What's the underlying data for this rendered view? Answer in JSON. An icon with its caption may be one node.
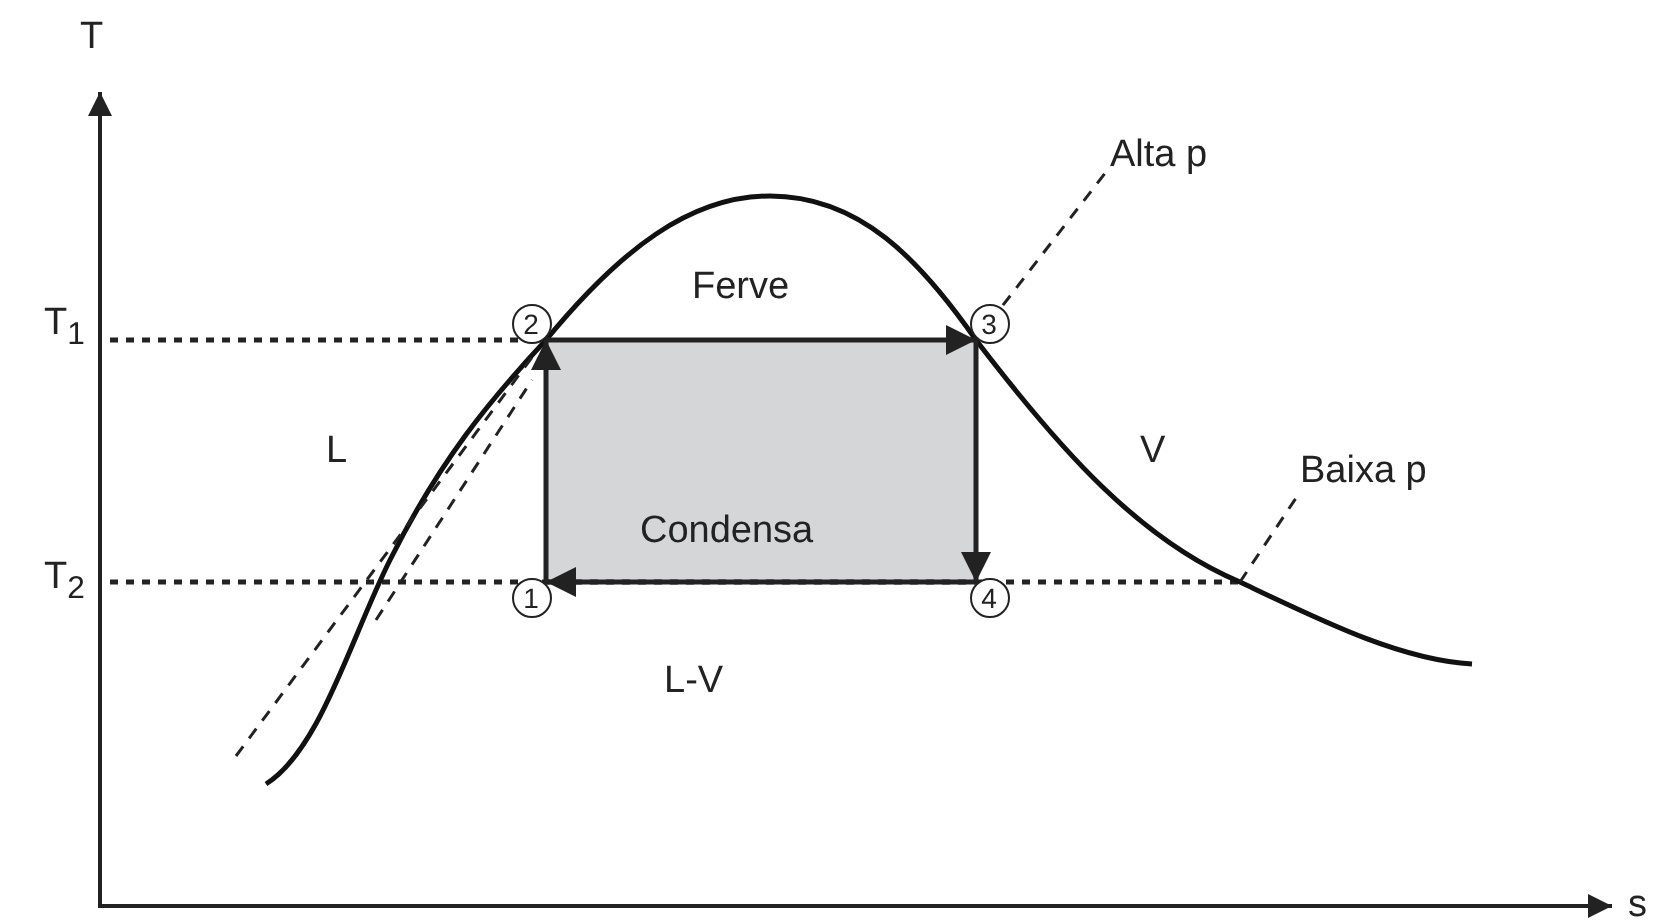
{
  "diagram": {
    "nodes": [
      {
        "text": [
          "1"
        ]
      },
      {
        "text": [
          "2"
        ]
      },
      {
        "text": [
          "3"
        ]
      },
      {
        "text": [
          "4"
        ]
      }
    ],
    "edges": [
      {
        "from": 0,
        "to": 1,
        "arrow": "to"
      },
      {
        "from": 1,
        "to": 2,
        "arrow": "to",
        "label": "Ferve"
      },
      {
        "from": 2,
        "to": 3,
        "arrow": "to"
      },
      {
        "from": 3,
        "to": 0,
        "arrow": "to",
        "label": "Condensa"
      }
    ],
    "labels": [
      "T",
      "Alta p",
      "T$_{1}$",
      "L",
      "V",
      "Baixa p",
      "T$_{2}$",
      "L-V",
      "s"
    ]
  }
}
